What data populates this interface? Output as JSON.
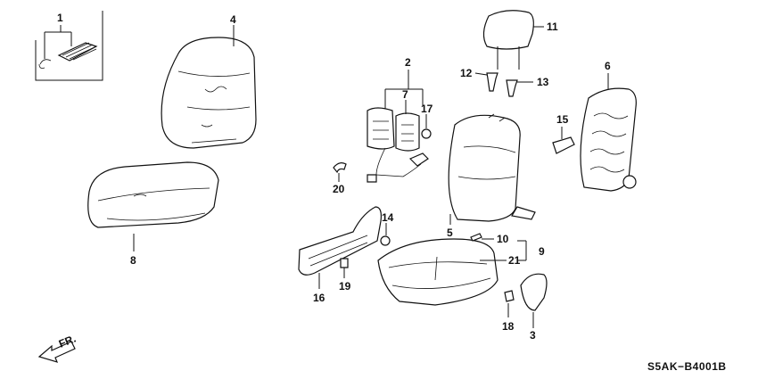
{
  "diagram": {
    "callouts": [
      "1",
      "2",
      "3",
      "4",
      "5",
      "6",
      "7",
      "8",
      "9",
      "10",
      "11",
      "12",
      "13",
      "14",
      "15",
      "16",
      "17",
      "18",
      "19",
      "20",
      "21"
    ],
    "direction_label": "FR.",
    "diagram_code": "S5AK−B4001B"
  }
}
